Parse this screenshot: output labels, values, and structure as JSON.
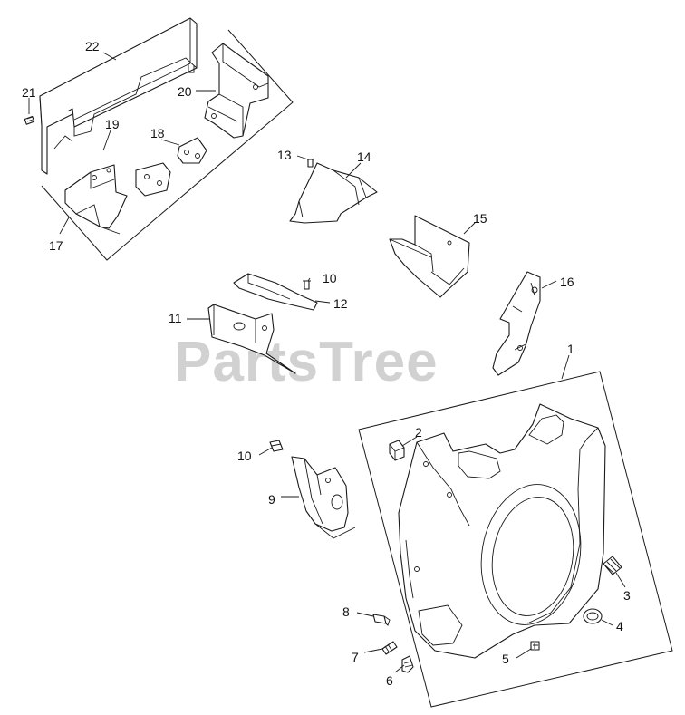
{
  "diagram": {
    "watermark": "PartsTree",
    "callouts": [
      {
        "id": "c1",
        "text": "1"
      },
      {
        "id": "c2",
        "text": "2"
      },
      {
        "id": "c3",
        "text": "3"
      },
      {
        "id": "c4",
        "text": "4"
      },
      {
        "id": "c5",
        "text": "5"
      },
      {
        "id": "c6",
        "text": "6"
      },
      {
        "id": "c7",
        "text": "7"
      },
      {
        "id": "c8",
        "text": "8"
      },
      {
        "id": "c9",
        "text": "9"
      },
      {
        "id": "c10a",
        "text": "10"
      },
      {
        "id": "c10b",
        "text": "10"
      },
      {
        "id": "c11",
        "text": "11"
      },
      {
        "id": "c12",
        "text": "12"
      },
      {
        "id": "c13",
        "text": "13"
      },
      {
        "id": "c14",
        "text": "14"
      },
      {
        "id": "c15",
        "text": "15"
      },
      {
        "id": "c16",
        "text": "16"
      },
      {
        "id": "c17",
        "text": "17"
      },
      {
        "id": "c18",
        "text": "18"
      },
      {
        "id": "c19",
        "text": "19"
      },
      {
        "id": "c20",
        "text": "20"
      },
      {
        "id": "c21",
        "text": "21"
      },
      {
        "id": "c22",
        "text": "22"
      }
    ]
  }
}
